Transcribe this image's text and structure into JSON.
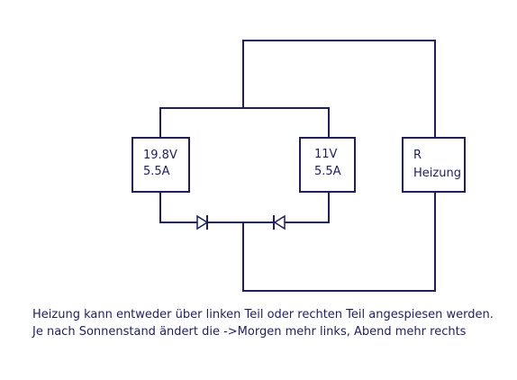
{
  "components": {
    "left_source": {
      "line1": "19.8V",
      "line2": "5.5A"
    },
    "right_source": {
      "line1": "11V",
      "line2": "5.5A"
    },
    "heater": {
      "line1": "R",
      "line2": "Heizung"
    }
  },
  "caption": {
    "line1": "Heizung kann entweder über linken Teil oder rechten Teil angespiesen werden.",
    "line2": "Je nach Sonnenstand ändert die ->Morgen mehr links, Abend mehr rechts"
  },
  "colors": {
    "ink": "#1f1f5c",
    "background": "#ffffff"
  }
}
